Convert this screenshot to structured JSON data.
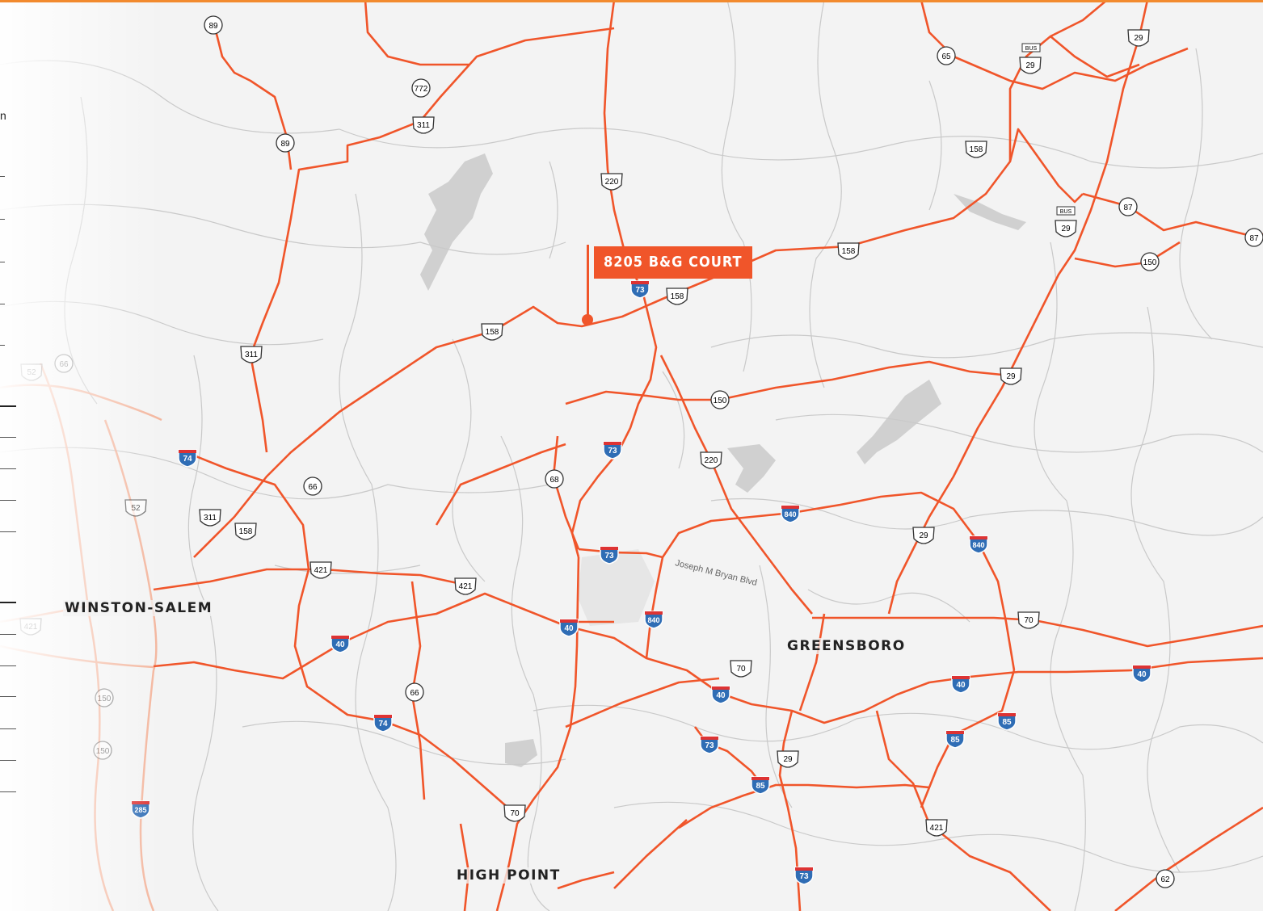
{
  "property_label": "8205 B&G COURT",
  "edge_fragment": "n",
  "cities": [
    {
      "id": "winston-salem",
      "label": "WINSTON-SALEM"
    },
    {
      "id": "greensboro",
      "label": "GREENSBORO"
    },
    {
      "id": "high-point",
      "label": "HIGH POINT"
    }
  ],
  "street_labels": [
    {
      "id": "joseph-m-bryan-blvd",
      "label": "Joseph M Bryan Blvd"
    }
  ],
  "route_shields": {
    "interstate": [
      "73",
      "73",
      "73",
      "73",
      "73",
      "74",
      "74",
      "285",
      "40",
      "40",
      "40",
      "40",
      "40",
      "840",
      "840",
      "840",
      "85",
      "85",
      "85"
    ],
    "us": [
      "311",
      "311",
      "311",
      "220",
      "220",
      "158",
      "158",
      "158",
      "158",
      "158",
      "421",
      "421",
      "421",
      "421",
      "29",
      "29",
      "29",
      "29",
      "29",
      "29",
      "70",
      "70",
      "70",
      "BUS",
      "BUS"
    ],
    "state": [
      "89",
      "89",
      "772",
      "65",
      "87",
      "87",
      "150",
      "150",
      "150",
      "150",
      "68",
      "66",
      "66",
      "66",
      "52",
      "52",
      "62"
    ]
  },
  "colors": {
    "background": "#f3f3f3",
    "highway": "#f0552a",
    "minor_road": "#c8c8c8",
    "water": "#d0d0d0",
    "interstate_shield_blue": "#2f6db5",
    "interstate_shield_red": "#d33",
    "accent_top_border": "#f28a2e"
  }
}
